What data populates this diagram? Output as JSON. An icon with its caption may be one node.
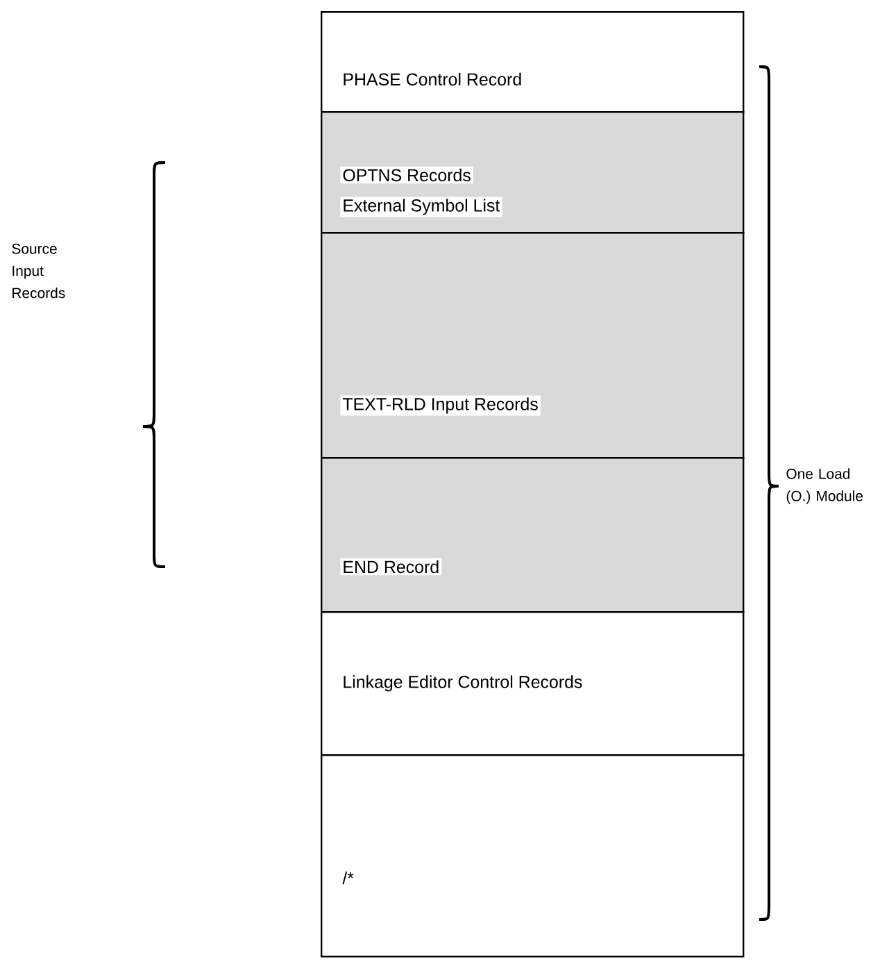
{
  "diagram": {
    "nodes": [
      {
        "text": [
          "PHASE Control Record"
        ]
      },
      {
        "text": [
          "OPTNS Records",
          "External Symbol List"
        ]
      },
      {
        "text": [
          "TEXT-RLD Input Records"
        ]
      },
      {
        "text": [
          "END Record"
        ]
      },
      {
        "text": [
          "Linkage Editor Control Records"
        ]
      },
      {
        "text": [
          "/*"
        ]
      }
    ],
    "labels": [
      "Source Input Records",
      "One Load (O.) Module"
    ]
  }
}
